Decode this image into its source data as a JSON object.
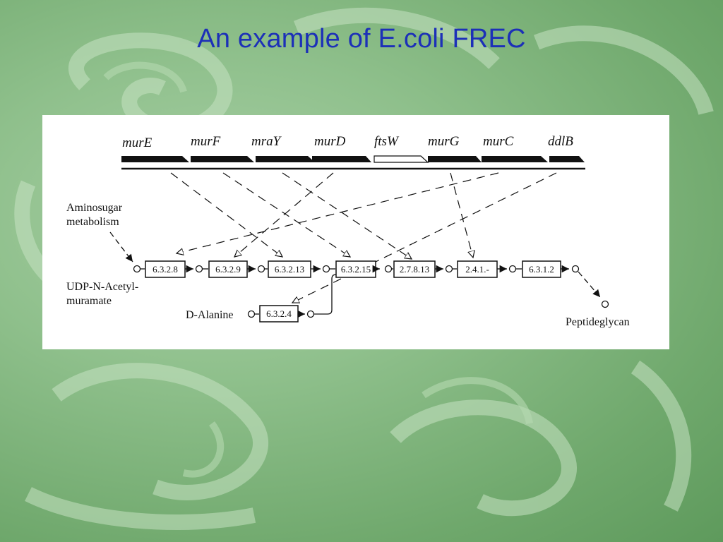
{
  "slide": {
    "title": "An example of E.coli FREC"
  },
  "genes": [
    "murE",
    "murF",
    "mraY",
    "murD",
    "ftsW",
    "murG",
    "murC",
    "ddlB"
  ],
  "enzymes": [
    "6.3.2.8",
    "6.3.2.9",
    "6.3.2.13",
    "6.3.2.15",
    "2.7.8.13",
    "2.4.1.-",
    "6.3.1.2",
    "6.3.2.4"
  ],
  "substrates": {
    "aminosugar_line1": "Aminosugar",
    "aminosugar_line2": "metabolism",
    "udp_line1": "UDP-N-Acetyl-",
    "udp_line2": "muramate",
    "d_alanine": "D-Alanine",
    "peptidoglycan": "Peptideglycan"
  },
  "colors": {
    "title": "#1c30b8",
    "figure_bg": "#ffffff",
    "ink": "#111111"
  }
}
